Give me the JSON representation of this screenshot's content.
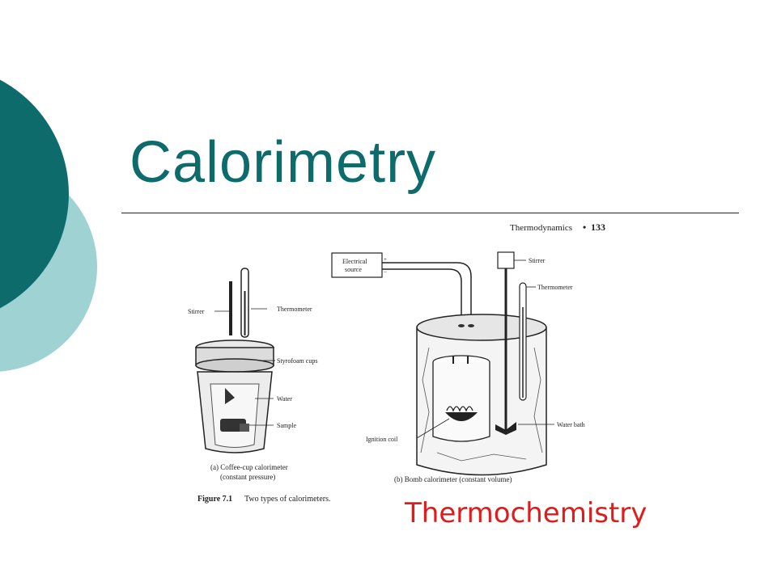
{
  "slide": {
    "title": "Calorimetry",
    "subtitle": "Thermochemistry",
    "accent_color": "#0e6b6b",
    "accent_light": "#9fd3d3",
    "subtitle_color": "#e01b1b"
  },
  "figure": {
    "page_header": "Thermodynamics",
    "page_number": "133",
    "caption_label": "Figure 7.1",
    "caption_text": "Two types of calorimeters.",
    "left_labels": {
      "stirrer": "Stirrer",
      "thermometer": "Thermometer",
      "cups": "Styrofoam cups",
      "water": "Water",
      "sample": "Sample",
      "caption_line1": "(a) Coffee-cup calorimeter",
      "caption_line2": "(constant pressure)"
    },
    "right_labels": {
      "electrical_line1": "Electrical",
      "electrical_line2": "source",
      "plus": "+",
      "minus": "−",
      "stirrer": "Stirrer",
      "thermometer": "Thermometer",
      "ignition": "Ignition coil",
      "water_bath": "Water bath",
      "caption": "(b) Bomb calorimeter (constant volume)"
    }
  }
}
